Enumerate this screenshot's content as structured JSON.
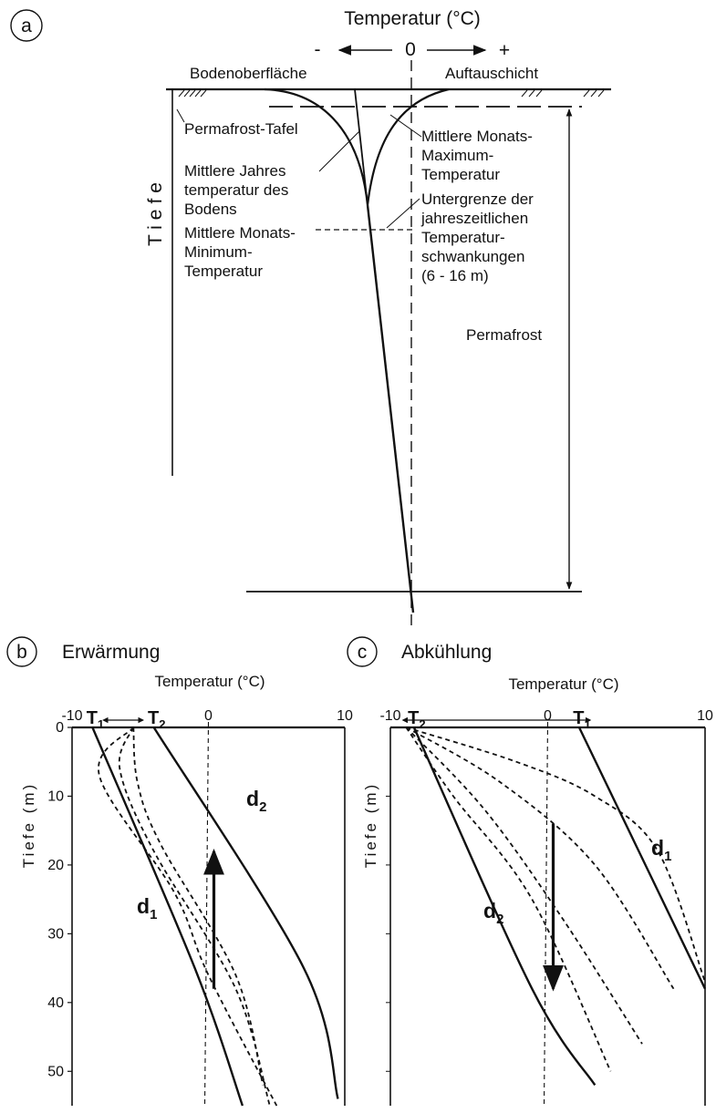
{
  "panel_a": {
    "letter": "a",
    "title": "Temperatur (°C)",
    "minus": "-",
    "zero": "0",
    "plus": "+",
    "surface": "Bodenoberfläche",
    "active_layer": "Auftauschicht",
    "depth_label": "Tiefe",
    "permafrost_table": "Permafrost-Tafel",
    "mean_annual": [
      "Mittlere Jahres",
      "temperatur des",
      "Bodens"
    ],
    "monthly_min": [
      "Mittlere Monats-",
      "Minimum-",
      "Temperatur"
    ],
    "monthly_max": [
      "Mittlere Monats-",
      "Maximum-",
      "Temperatur"
    ],
    "lower_limit": [
      "Untergrenze der",
      "jahreszeitlichen",
      "Temperatur-",
      "schwankungen",
      "(6 - 16 m)"
    ],
    "permafrost": "Permafrost"
  },
  "panel_b": {
    "letter": "b",
    "title": "Erwärmung",
    "axis_title": "Temperatur (°C)",
    "ylabel": "Tiefe (m)",
    "t1": "T",
    "t1_sub": "1",
    "t2": "T",
    "t2_sub": "2",
    "d1": "d",
    "d1_sub": "1",
    "d2": "d",
    "d2_sub": "2"
  },
  "panel_c": {
    "letter": "c",
    "title": "Abkühlung",
    "axis_title": "Temperatur (°C)",
    "ylabel": "Tiefe (m)",
    "t1": "T",
    "t1_sub": "1",
    "t2": "T",
    "t2_sub": "2",
    "d1": "d",
    "d1_sub": "1",
    "d2": "d",
    "d2_sub": "2"
  },
  "chart_data": [
    {
      "type": "line",
      "title": "Erwärmung",
      "xlabel": "Temperatur (°C)",
      "ylabel": "Tiefe (m)",
      "xlim": [
        -10,
        10
      ],
      "ylim": [
        0,
        55
      ],
      "x_ticks": [
        -10,
        0,
        10
      ],
      "y_ticks": [
        0,
        10,
        20,
        30,
        40,
        50
      ],
      "series": [
        {
          "name": "d1",
          "style": "solid",
          "points": [
            [
              -8.5,
              0
            ],
            [
              -1,
              35
            ],
            [
              2.5,
              55
            ]
          ]
        },
        {
          "name": "d2",
          "style": "solid",
          "points": [
            [
              -4,
              0
            ],
            [
              7,
              35
            ],
            [
              9.5,
              54
            ]
          ]
        },
        {
          "style": "dashed",
          "points": [
            [
              -5.5,
              0
            ],
            [
              -8,
              7
            ],
            [
              -2.5,
              24
            ],
            [
              0,
              36
            ],
            [
              5,
              55
            ]
          ]
        },
        {
          "style": "dashed",
          "points": [
            [
              -5.5,
              0
            ],
            [
              -6.5,
              6
            ],
            [
              -4,
              18
            ],
            [
              2,
              38
            ],
            [
              4.5,
              55
            ]
          ]
        },
        {
          "style": "dashed",
          "points": [
            [
              -5.5,
              0
            ],
            [
              -5.2,
              8
            ],
            [
              -3.5,
              17
            ],
            [
              2,
              36
            ],
            [
              4,
              52
            ]
          ]
        }
      ],
      "markers": {
        "T1": -8.5,
        "T2": -4
      },
      "arrow_from_depth": 38,
      "arrow_to_depth": 18
    },
    {
      "type": "line",
      "title": "Abkühlung",
      "xlabel": "Temperatur (°C)",
      "ylabel": "Tiefe (m)",
      "xlim": [
        -10,
        10
      ],
      "ylim": [
        0,
        55
      ],
      "x_ticks": [
        -10,
        0,
        10
      ],
      "y_ticks": [],
      "series": [
        {
          "name": "d1",
          "style": "solid",
          "points": [
            [
              2,
              0
            ],
            [
              10,
              38
            ]
          ]
        },
        {
          "name": "d2",
          "style": "solid",
          "points": [
            [
              -8.5,
              0
            ],
            [
              -1,
              38
            ],
            [
              3,
              52
            ]
          ]
        },
        {
          "style": "dashed",
          "points": [
            [
              -9,
              0
            ],
            [
              -2,
              5
            ],
            [
              3,
              10
            ],
            [
              7,
              18
            ],
            [
              10,
              37
            ]
          ]
        },
        {
          "style": "dashed",
          "points": [
            [
              -9,
              0
            ],
            [
              -3,
              8
            ],
            [
              3,
              20
            ],
            [
              8,
              38
            ]
          ]
        },
        {
          "style": "dashed",
          "points": [
            [
              -9,
              0
            ],
            [
              -4,
              12
            ],
            [
              1,
              28
            ],
            [
              6,
              46
            ]
          ]
        },
        {
          "style": "dashed",
          "points": [
            [
              -9,
              0
            ],
            [
              -6,
              10
            ],
            [
              -1,
              25
            ],
            [
              4,
              50
            ]
          ]
        }
      ],
      "markers": {
        "T1": 2,
        "T2": -8.5
      },
      "arrow_from_depth": 14,
      "arrow_to_depth": 38
    }
  ]
}
